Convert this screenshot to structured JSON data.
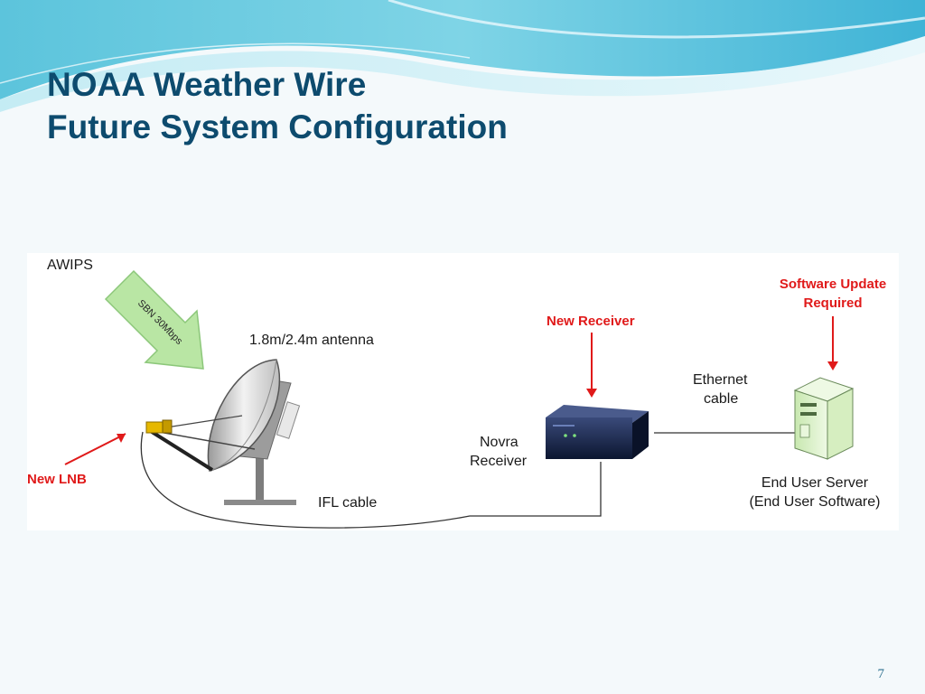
{
  "slide": {
    "title_line1": "NOAA Weather Wire",
    "title_line2": "Future System Configuration",
    "page_number": "7"
  },
  "diagram": {
    "source_label": "AWIPS",
    "signal_arrow_label": "SBN  30Mbps",
    "antenna_label": "1.8m/2.4m antenna",
    "new_lnb_label": "New LNB",
    "ifl_cable_label": "IFL cable",
    "new_receiver_label": "New Receiver",
    "receiver_label_line1": "Novra",
    "receiver_label_line2": "Receiver",
    "ethernet_label_line1": "Ethernet",
    "ethernet_label_line2": "cable",
    "software_update_line1": "Software Update",
    "software_update_line2": "Required",
    "server_label_line1": "End User Server",
    "server_label_line2": "(End User Software)"
  },
  "colors": {
    "title": "#0d4b6e",
    "callout_red": "#e01a1a",
    "signal_arrow_green": "#b9e6a4",
    "lnb_gold": "#e6b800",
    "receiver_box": "#0f1c3a",
    "server_green": "#dff2c9"
  },
  "icons": [
    "satellite-dish-icon",
    "lnb-icon",
    "receiver-device-icon",
    "server-tower-icon",
    "signal-arrow-icon",
    "red-arrow-icon"
  ]
}
